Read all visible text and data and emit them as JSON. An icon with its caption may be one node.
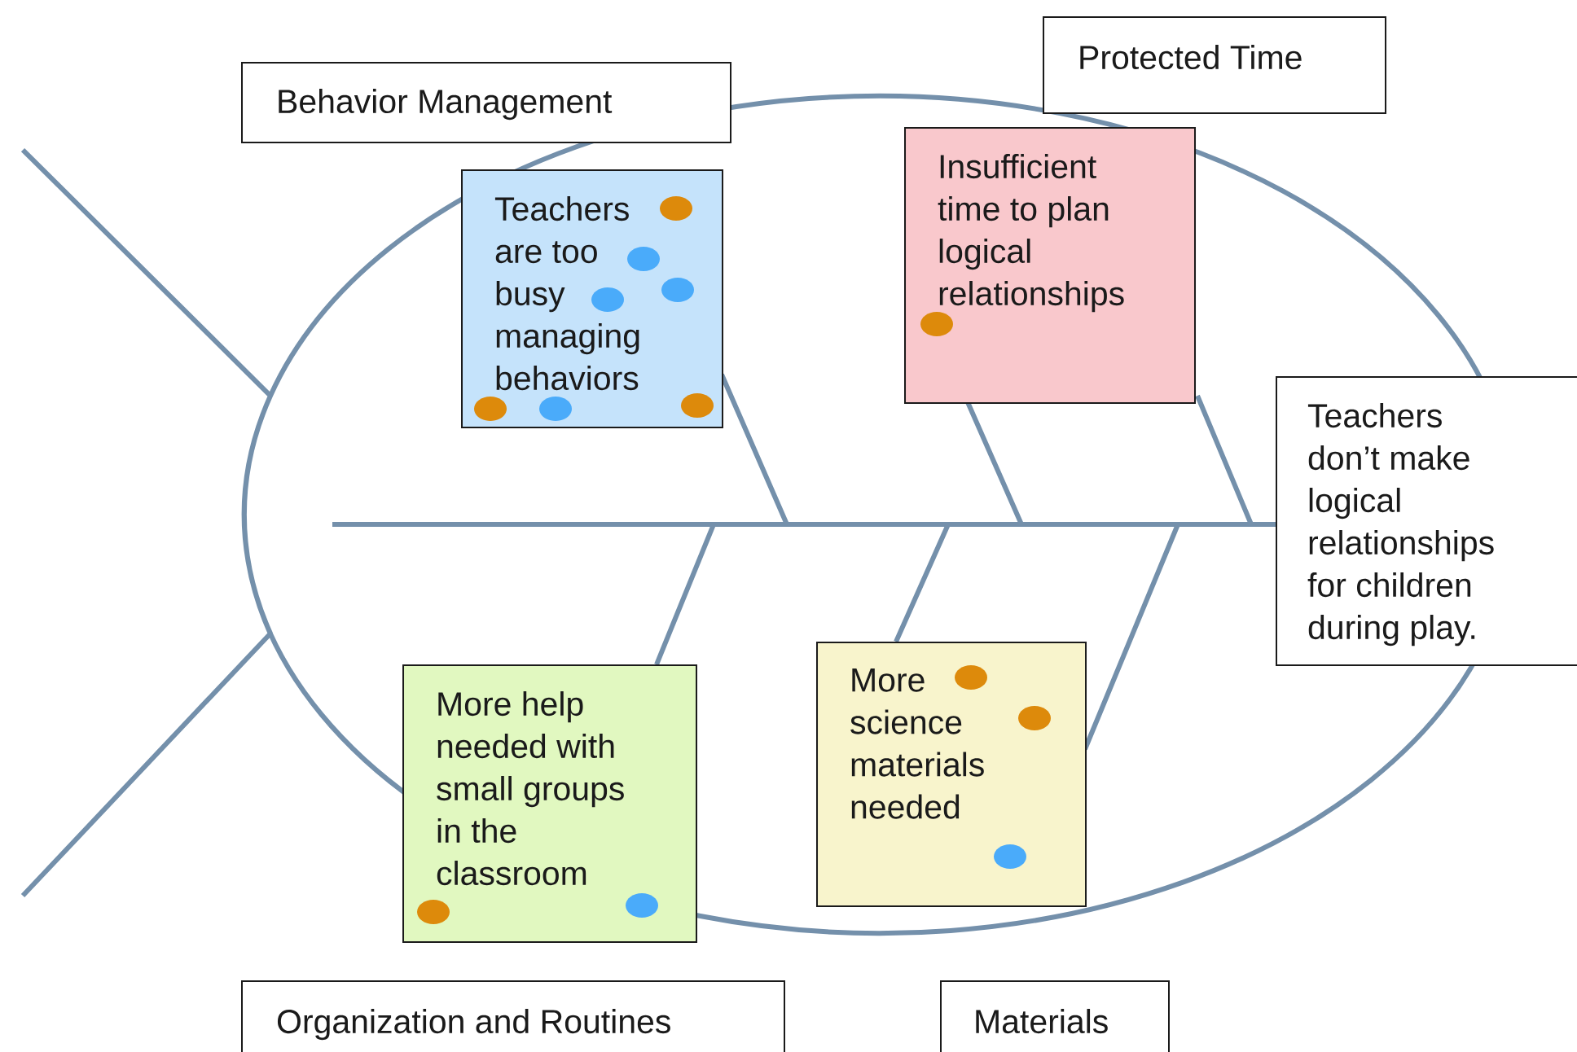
{
  "diagram": {
    "nodes": [
      {
        "text": [
          "Behavior Management"
        ]
      },
      {
        "text": [
          "Protected Time"
        ]
      },
      {
        "text": [
          "Teachers are too busy managing behaviors"
        ]
      },
      {
        "text": [
          "Insufficient time to plan logical relationships"
        ]
      },
      {
        "text": [
          "Teachers don’t make logical relationships for children during play."
        ]
      },
      {
        "text": [
          "More help needed with small groups in the classroom"
        ]
      },
      {
        "text": [
          "More science materials needed"
        ]
      },
      {
        "text": [
          "Organization and Routines"
        ]
      },
      {
        "text": [
          "Materials"
        ]
      }
    ]
  }
}
